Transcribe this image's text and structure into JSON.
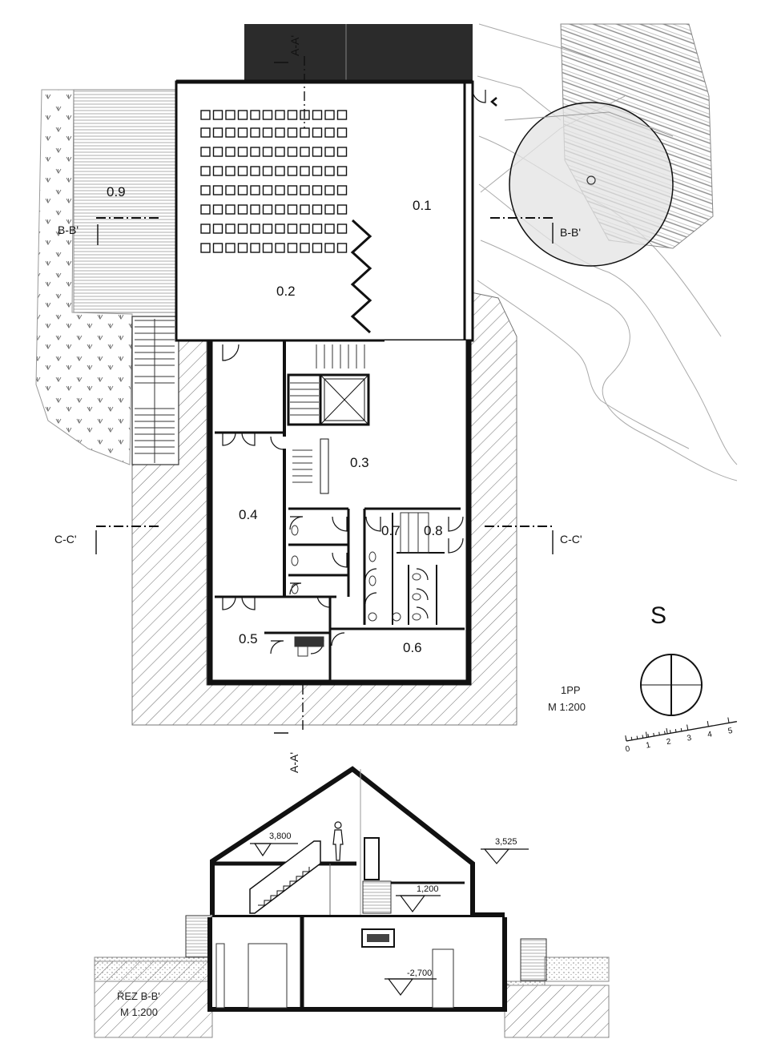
{
  "plan": {
    "rooms": {
      "r01": "0.1",
      "r02": "0.2",
      "r03": "0.3",
      "r04": "0.4",
      "r05": "0.5",
      "r06": "0.6",
      "r07": "0.7",
      "r08": "0.8",
      "r09": "0.9"
    },
    "sections": {
      "aa_top": "A-A'",
      "aa_bottom": "A-A'",
      "bb_left": "B-B'",
      "bb_right": "B-B'",
      "cc_left": "C-C'",
      "cc_right": "C-C'"
    },
    "floor_label": "1PP",
    "scale_label": "M 1:200"
  },
  "orientation": {
    "label": "S"
  },
  "scale_bar": {
    "ticks": [
      "0",
      "1",
      "2",
      "3",
      "4",
      "5"
    ]
  },
  "section_view": {
    "title": "ŘEZ B-B'",
    "scale": "M 1:200",
    "levels": {
      "l1": "3,800",
      "l2": "3,525",
      "l3": "1,200",
      "l4": "-2,700"
    }
  }
}
